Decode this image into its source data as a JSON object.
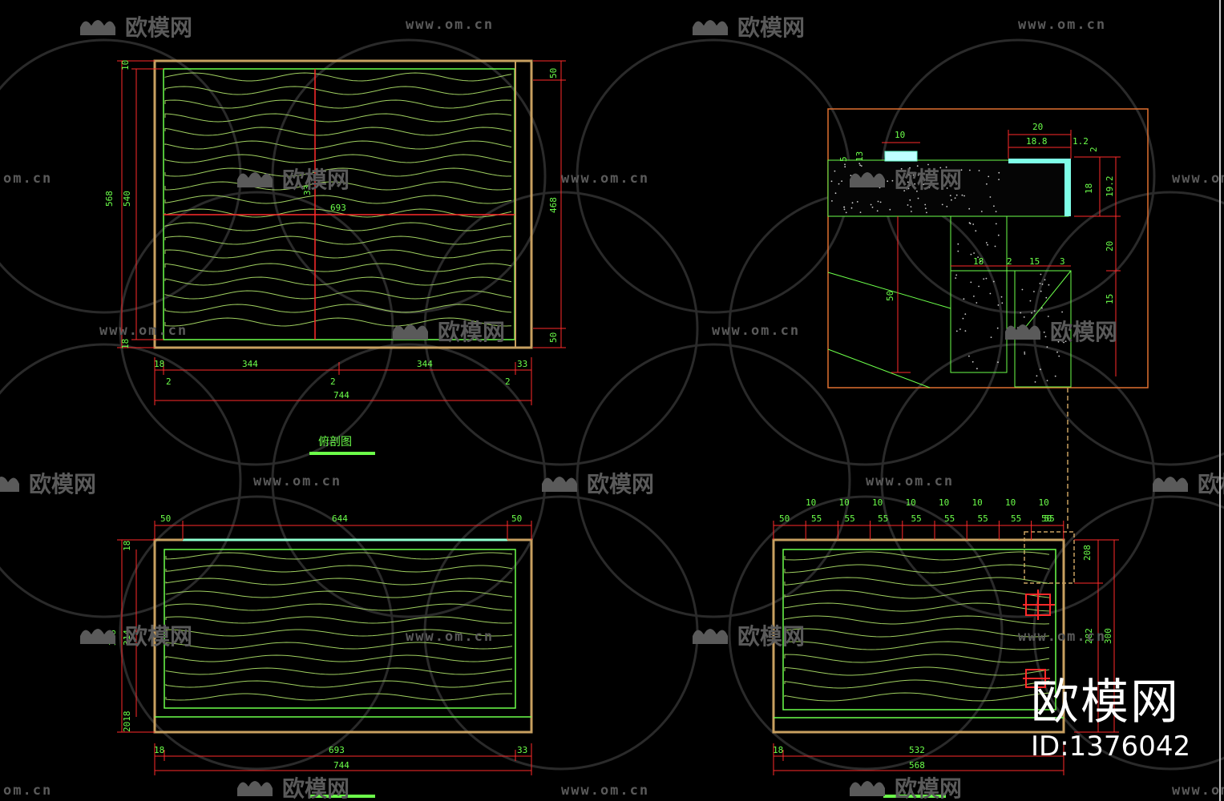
{
  "watermark": {
    "logo_text": "欧模网",
    "url": "www.om.cn",
    "url_short": "om.cn"
  },
  "brand": {
    "name": "欧模网",
    "id": "ID:1376042"
  },
  "views": {
    "plan_section": {
      "title": "俯剖图",
      "dims": {
        "left_outer": "568",
        "left_inner": "540",
        "top_left": "10",
        "bottom_left": "18",
        "right_total": "468",
        "right_top": "50",
        "right_bottom": "50",
        "inner_width": "693",
        "inner_mid": "33",
        "bottom_a": "18",
        "bottom_b": "344",
        "bottom_c": "344",
        "bottom_d": "33",
        "bottom_e": "2",
        "bottom_f": "2",
        "bottom_g": "2",
        "total": "744"
      }
    },
    "front_elevation": {
      "title": "",
      "dims": {
        "top_a": "50",
        "top_b": "644",
        "top_c": "50",
        "left_top": "18",
        "left_total": "318",
        "left_inner": "314",
        "left_bottom": "2018",
        "bottom_a": "18",
        "bottom_b": "693",
        "bottom_c": "33",
        "total": "744"
      }
    },
    "side_elevation": {
      "title": "",
      "dims": {
        "top_ends": "50",
        "slot": "10",
        "spacing": "55",
        "right_top": "208",
        "right_mid": "282",
        "right_total": "300",
        "bottom_a": "18",
        "bottom_b": "532",
        "total": "568"
      }
    },
    "detail": {
      "dims": {
        "top_slot": "10",
        "top_w": "20",
        "top_w2": "18.8",
        "top_e": "1.2",
        "left_a": "5",
        "left_b": "13",
        "right_a": "2",
        "right_b": "18",
        "right_c": "19.2",
        "right_d": "20",
        "right_e": "15",
        "inner_a": "18",
        "inner_b": "2",
        "inner_c": "15",
        "inner_d": "3",
        "depth": "50"
      }
    }
  }
}
